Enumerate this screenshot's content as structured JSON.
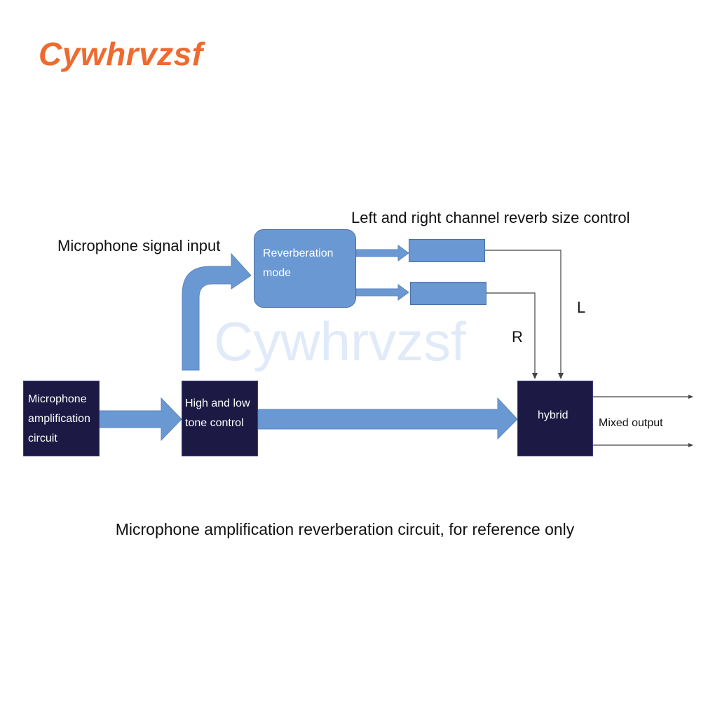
{
  "brand": {
    "logo_text": "Cywhrvzsf",
    "watermark": "Cywhrvzsf"
  },
  "labels": {
    "mic_signal_input": "Microphone signal input",
    "lr_reverb_control": "Left and right channel reverb size control",
    "left": "L",
    "right": "R",
    "mixed_output": "Mixed output"
  },
  "blocks": {
    "mic_amp": [
      "Microphone",
      "amplification",
      "circuit"
    ],
    "tone_control": [
      "High and low",
      "tone control"
    ],
    "reverb_mode": [
      "Reverberation",
      "mode"
    ],
    "hybrid": "hybrid"
  },
  "caption": "Microphone amplification reverberation circuit, for reference only",
  "colors": {
    "brand_orange": "#ee6a2e",
    "block_dark": "#1c1a45",
    "arrow_blue": "#6a98d2",
    "watermark": "#c7d9f3"
  }
}
